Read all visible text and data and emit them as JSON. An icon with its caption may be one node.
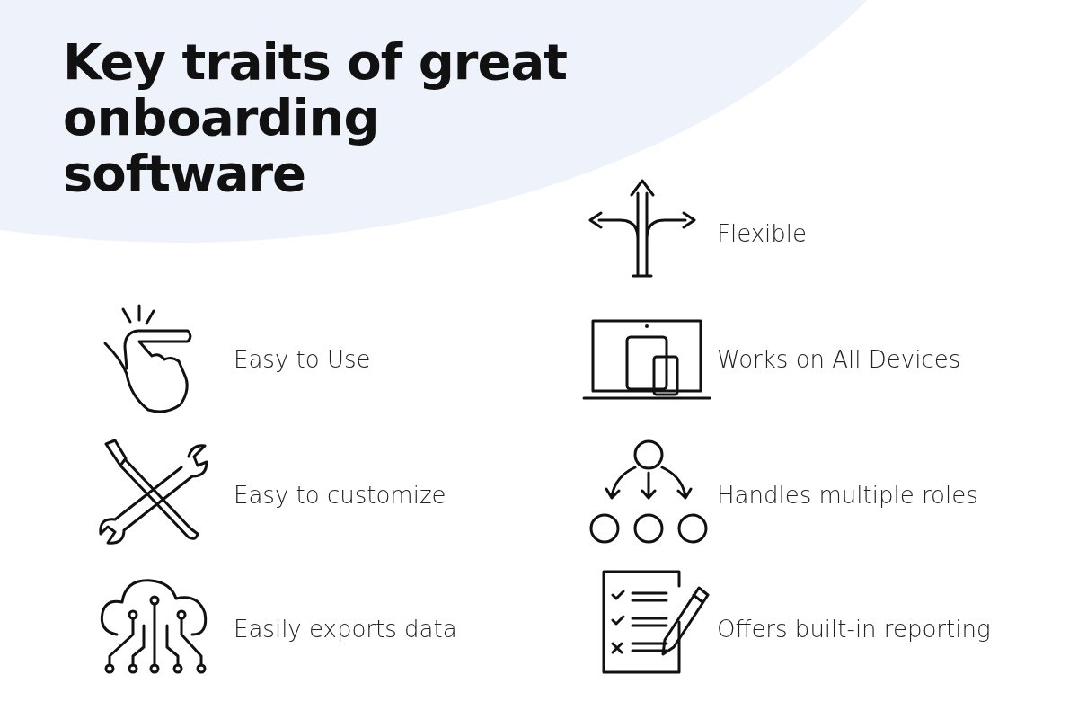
{
  "diagram": {
    "title": "Key traits of great onboarding software",
    "labels": [
      "Flexible",
      "Easy to Use",
      "Works on All Devices",
      "Easy to customize",
      "Handles multiple roles",
      "Easily exports data",
      "Offers built-in reporting"
    ]
  }
}
